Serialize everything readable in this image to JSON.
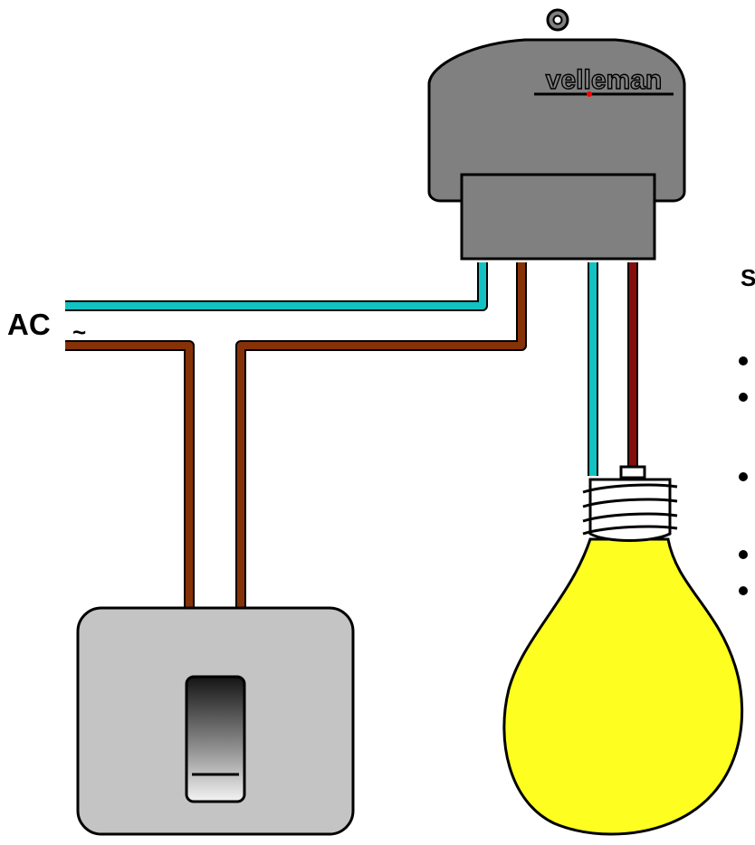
{
  "labels": {
    "ac": "AC",
    "ac_symbol": "~",
    "side_heading": "S",
    "brand": "velleman"
  },
  "side_bullets": 5,
  "colors": {
    "neutral_wire": "#12c2c2",
    "live_wire": "#863208",
    "lamp_wire": "#860d0d",
    "housing": "#808080",
    "bulb": "#fefe21",
    "switch_plate": "#c4c4c4",
    "brand_dot": "#ff0000"
  },
  "icons": {
    "module": "dimmer-module-icon",
    "bulb": "light-bulb-icon",
    "switch": "wall-switch-icon"
  }
}
